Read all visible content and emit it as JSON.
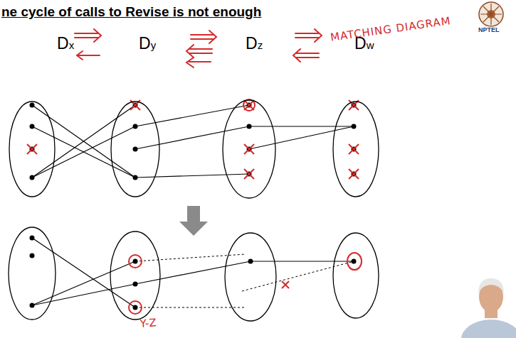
{
  "diagram": {
    "title": "ne cycle of calls to Revise is not enough",
    "nodes": [
      {
        "text": [
          "Dx"
        ]
      },
      {
        "text": [
          "Dy"
        ]
      },
      {
        "text": [
          "Dz"
        ]
      },
      {
        "text": [
          "Dw"
        ]
      }
    ],
    "labels": [
      "MATCHING DIAGRAM",
      "NPTEL",
      "Y-Z"
    ]
  }
}
